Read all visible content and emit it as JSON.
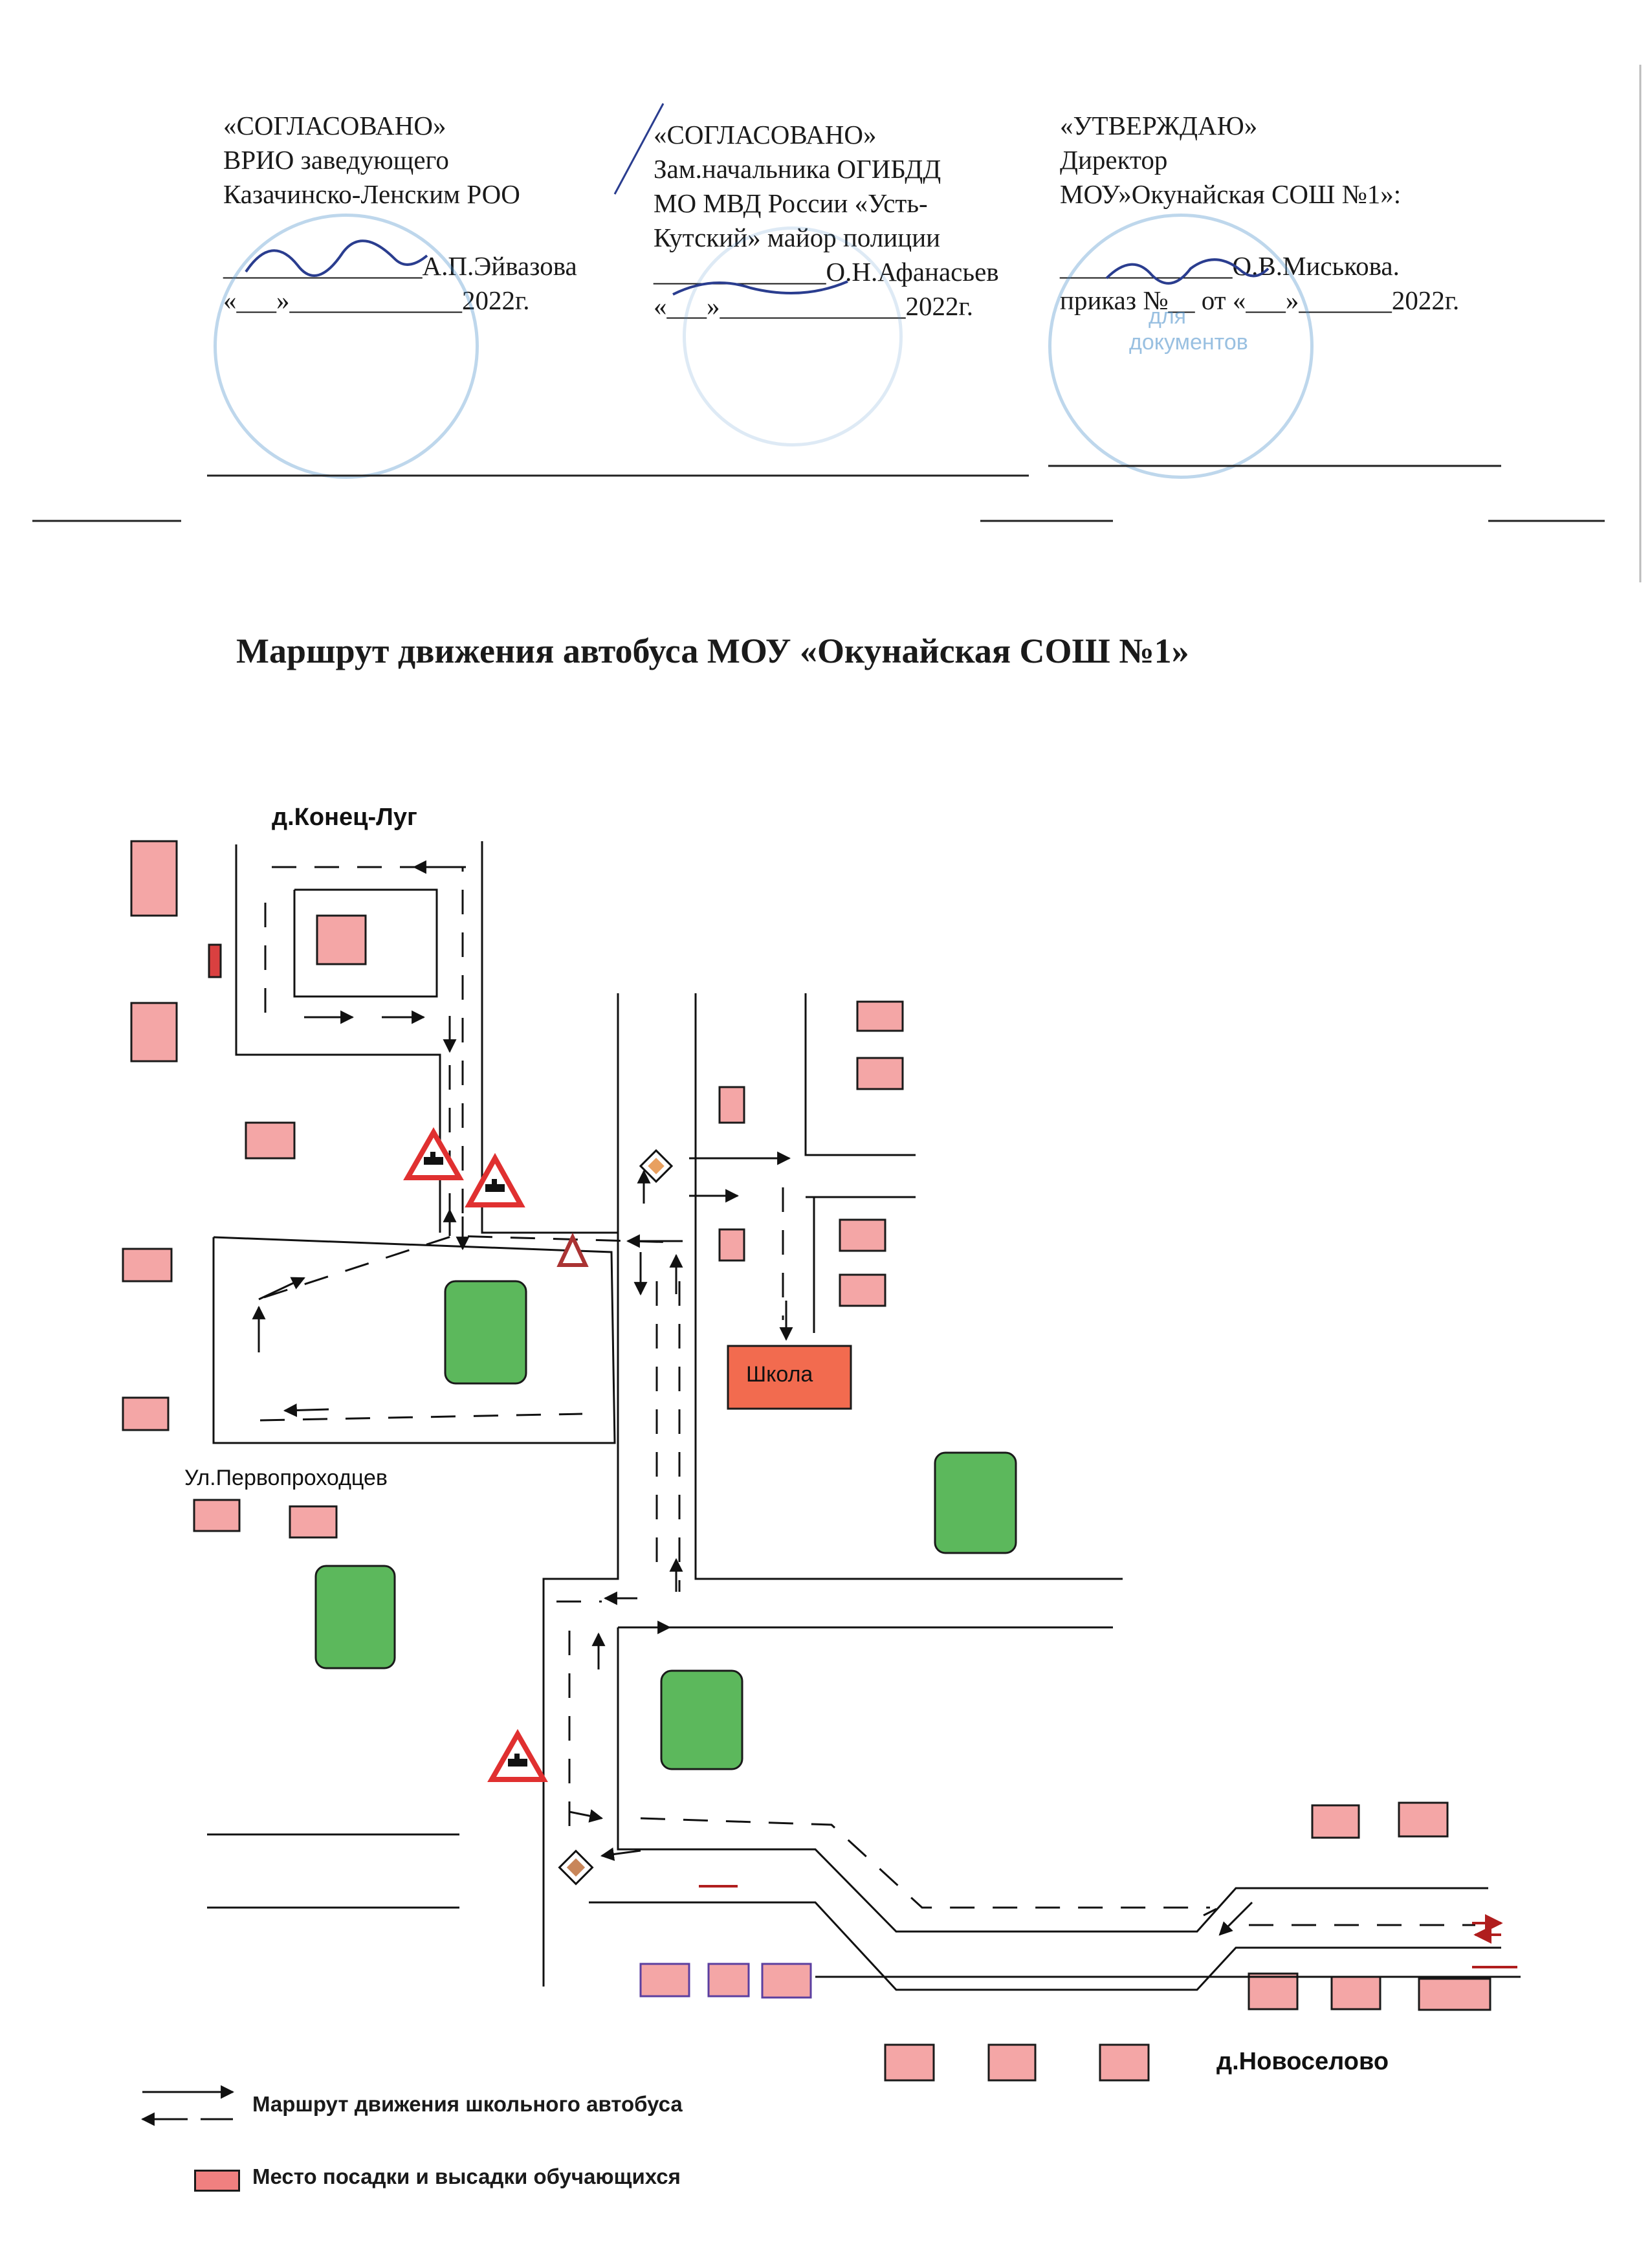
{
  "approvals": [
    {
      "heading": "«СОГЛАСОВАНО»",
      "lines": [
        "ВРИО заведующего",
        "Казачинско-Ленским РОО"
      ],
      "signature_line": "_______________А.П.Эйвазова",
      "date_line": "«___»_____________2022г."
    },
    {
      "heading": "«СОГЛАСОВАНО»",
      "lines": [
        "Зам.начальника ОГИБДД",
        "МО МВД России «Усть-",
        "Кутский» майор полиции"
      ],
      "signature_line": "_____________О.Н.Афанасьев",
      "date_line": "«___»______________2022г."
    },
    {
      "heading": "«УТВЕРЖДАЮ»",
      "lines": [
        "Директор",
        "МОУ»Окунайская СОШ №1»:"
      ],
      "signature_line": "_____________О.В.Миськова.",
      "date_line": "приказ №__ от «___»_______2022г."
    }
  ],
  "seal_text": [
    "для",
    "документов"
  ],
  "title": "Маршрут движения автобуса МОУ «Окунайская СОШ №1»",
  "map": {
    "labels": {
      "village_top": "д.Конец-Луг",
      "street": "Ул.Первопроходцев",
      "school": "Школа",
      "village_bottom": "д.Новоселово"
    },
    "colors": {
      "house": "#f4a6a6",
      "house_border": "#1a1a1a",
      "park": "#5cb85c",
      "school": "#f26b4f",
      "stop": "#c0392b",
      "warning": "#e03030"
    },
    "icons": [
      "railway-crossing-sign-icon",
      "priority-road-sign-icon",
      "bus-stop-marker-icon"
    ]
  },
  "legend": [
    {
      "icon": "route-arrows-icon",
      "label": "Маршрут движения школьного автобуса"
    },
    {
      "icon": "boarding-place-icon",
      "label": "Место посадки и высадки обучающихся"
    }
  ]
}
